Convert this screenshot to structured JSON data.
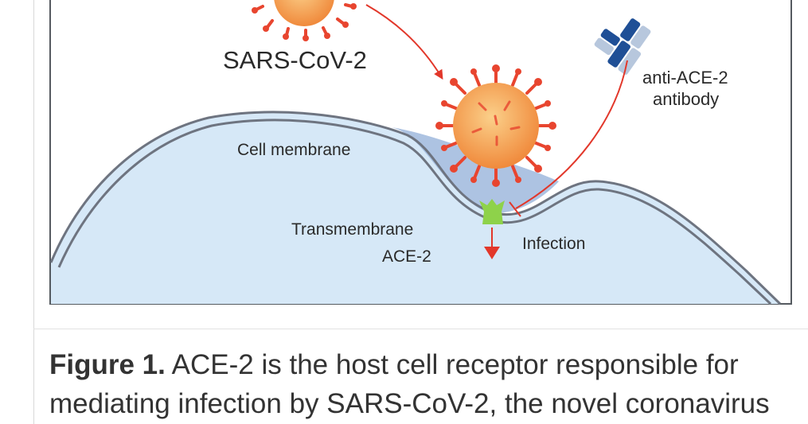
{
  "diagram": {
    "virus_label": "SARS-CoV-2",
    "antibody_label_line1": "anti-ACE-2",
    "antibody_label_line2": "antibody",
    "membrane_label": "Cell membrane",
    "receptor_label_line1": "Transmembrane",
    "receptor_label_line2": "ACE-2",
    "infection_label": "Infection",
    "colors": {
      "virus_fill": "#f6a35a",
      "virus_spike": "#e8452f",
      "arrow": "#e2372a",
      "cell_fill": "#d6e8f7",
      "cell_shade": "#9fb8dd",
      "membrane": "#6e7480",
      "receptor": "#8ed24a",
      "antibody": "#1f4f96"
    }
  },
  "caption": {
    "label": "Figure 1.",
    "text": " ACE-2 is the host cell receptor responsible for mediating infection by SARS-CoV-2, the novel coronavirus"
  }
}
